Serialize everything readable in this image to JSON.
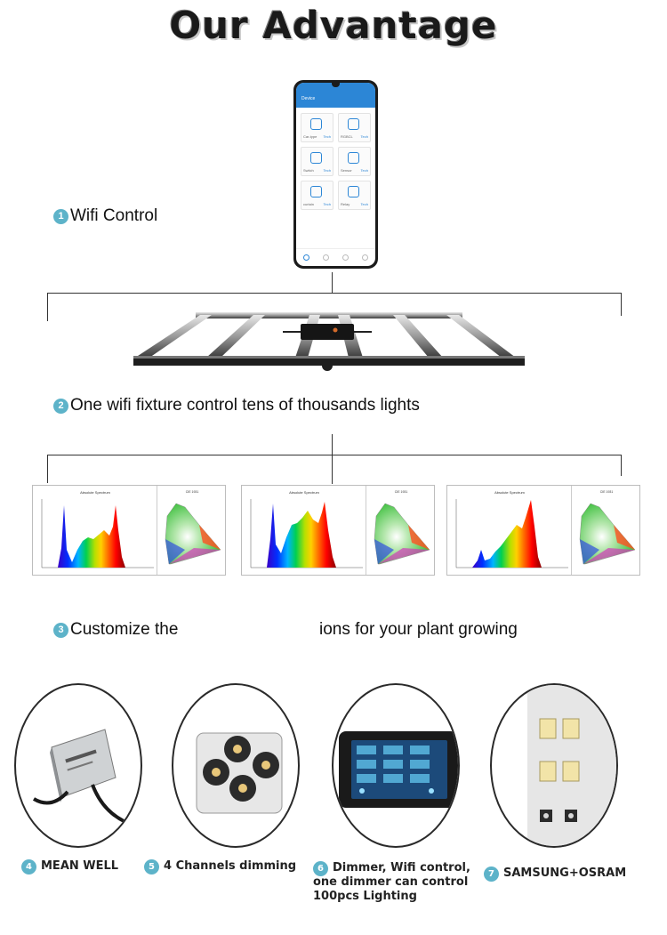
{
  "title": "Our Advantage",
  "steps": [
    {
      "num": "1",
      "text": "Wifi Control"
    },
    {
      "num": "2",
      "text": "One wifi fixture control tens of thousands lights"
    },
    {
      "num": "3",
      "text_left": "Customize the",
      "text_right": "ions for your plant growing"
    }
  ],
  "phone": {
    "app_title": "Device",
    "tiles": [
      {
        "label": "Car-type",
        "switch": "Tech"
      },
      {
        "label": "RGBCL",
        "switch": "Tech"
      },
      {
        "label": "Switch",
        "switch": "Tech"
      },
      {
        "label": "Sensor",
        "switch": "Tech"
      },
      {
        "label": "curtain",
        "switch": "Tech"
      },
      {
        "label": "Relay",
        "switch": "Tech"
      }
    ]
  },
  "spectra": [
    {
      "title": "Absolute Spectrum",
      "cie_title": "CIE 1931"
    },
    {
      "title": "Absolute Spectrum",
      "cie_title": "CIE 1931"
    },
    {
      "title": "Absolute Spectrum",
      "cie_title": "CIE 1931"
    }
  ],
  "features": [
    {
      "num": "4",
      "text": "MEAN WELL"
    },
    {
      "num": "5",
      "text": "4 Channels dimming"
    },
    {
      "num": "6",
      "lines": [
        "Dimmer, Wifi control,",
        "one dimmer can control",
        "100pcs Lighting"
      ]
    },
    {
      "num": "7",
      "text": "SAMSUNG+OSRAM"
    }
  ],
  "colors": {
    "accent": "#5db3c9",
    "app_blue": "#2c86d6"
  }
}
